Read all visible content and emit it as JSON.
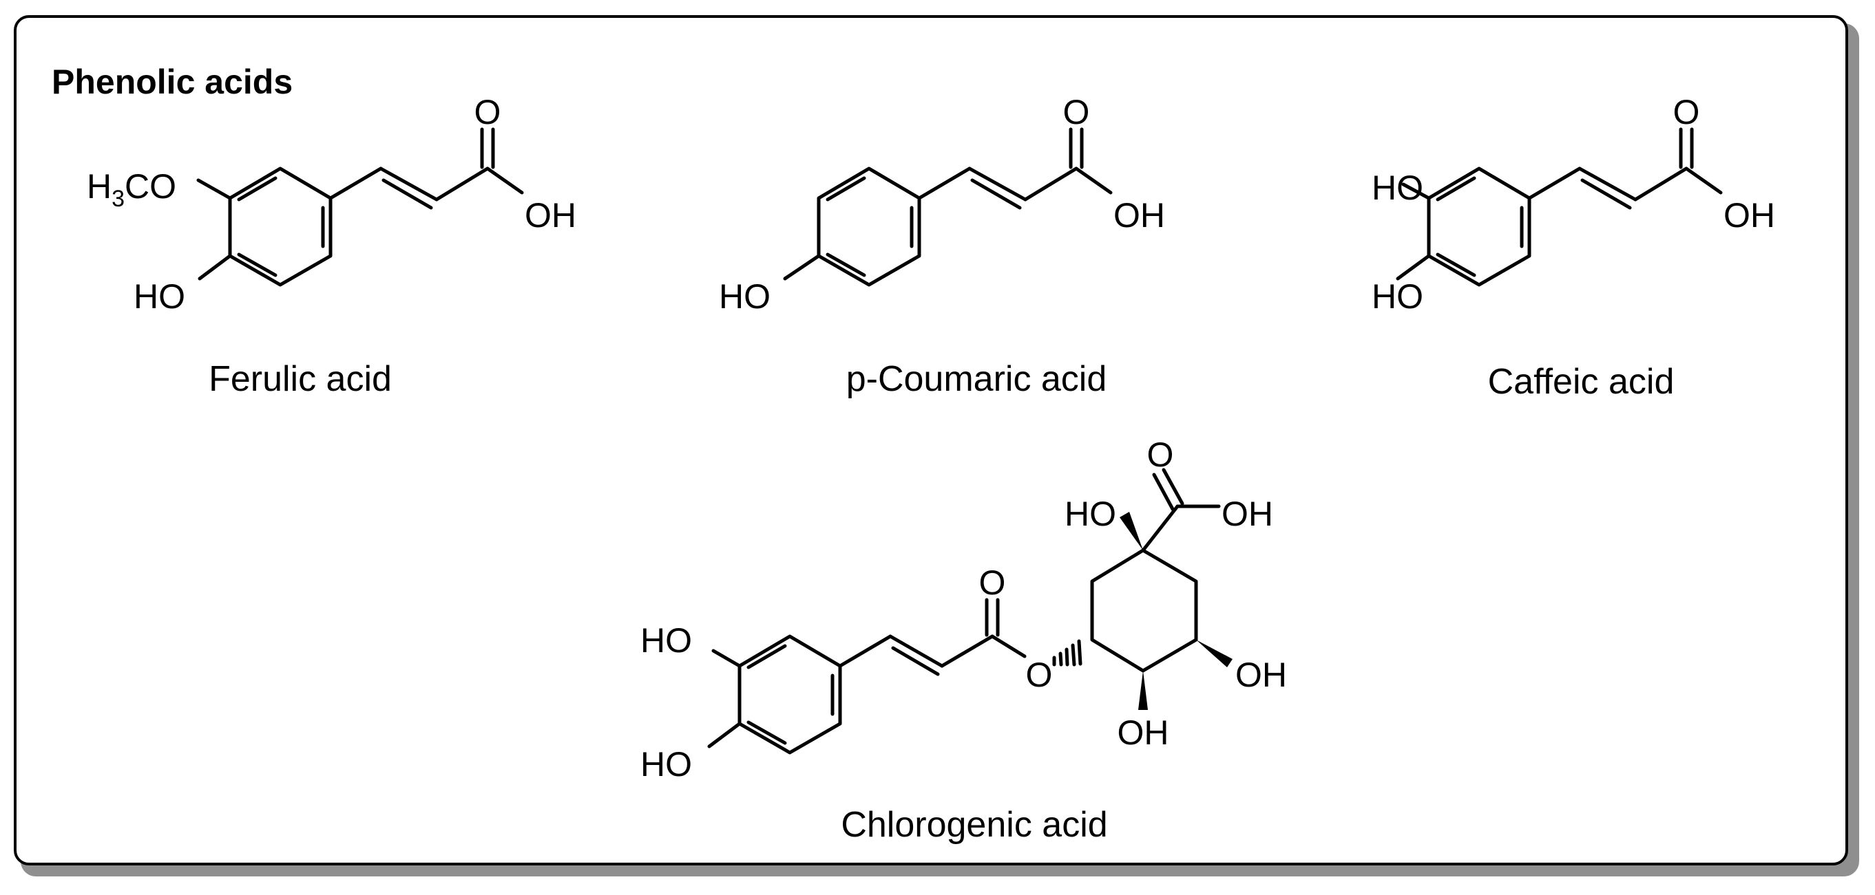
{
  "title": "Phenolic acids",
  "compounds": {
    "ferulic": {
      "name": "Ferulic acid",
      "labels": {
        "methoxy_h": "H",
        "methoxy_sub": "3",
        "methoxy_rest": "CO",
        "hydroxy": "HO",
        "carbonyl": "O",
        "acid": "OH"
      }
    },
    "coumaric": {
      "name": "p-Coumaric acid",
      "labels": {
        "hydroxy": "HO",
        "carbonyl": "O",
        "acid": "OH"
      }
    },
    "caffeic": {
      "name": "Caffeic acid",
      "labels": {
        "hydroxy_top": "HO",
        "hydroxy_bottom": "HO",
        "carbonyl": "O",
        "acid": "OH"
      }
    },
    "chlorogenic": {
      "name": "Chlorogenic acid",
      "labels": {
        "hydroxy_top": "HO",
        "hydroxy_bottom": "HO",
        "ester_carbonyl": "O",
        "ester_oxygen": "O",
        "acid_carbonyl": "O",
        "acid_oh": "OH",
        "quinic_oh": "HO",
        "ring_oh_right": "OH",
        "ring_oh_bottom": "OH"
      }
    }
  }
}
